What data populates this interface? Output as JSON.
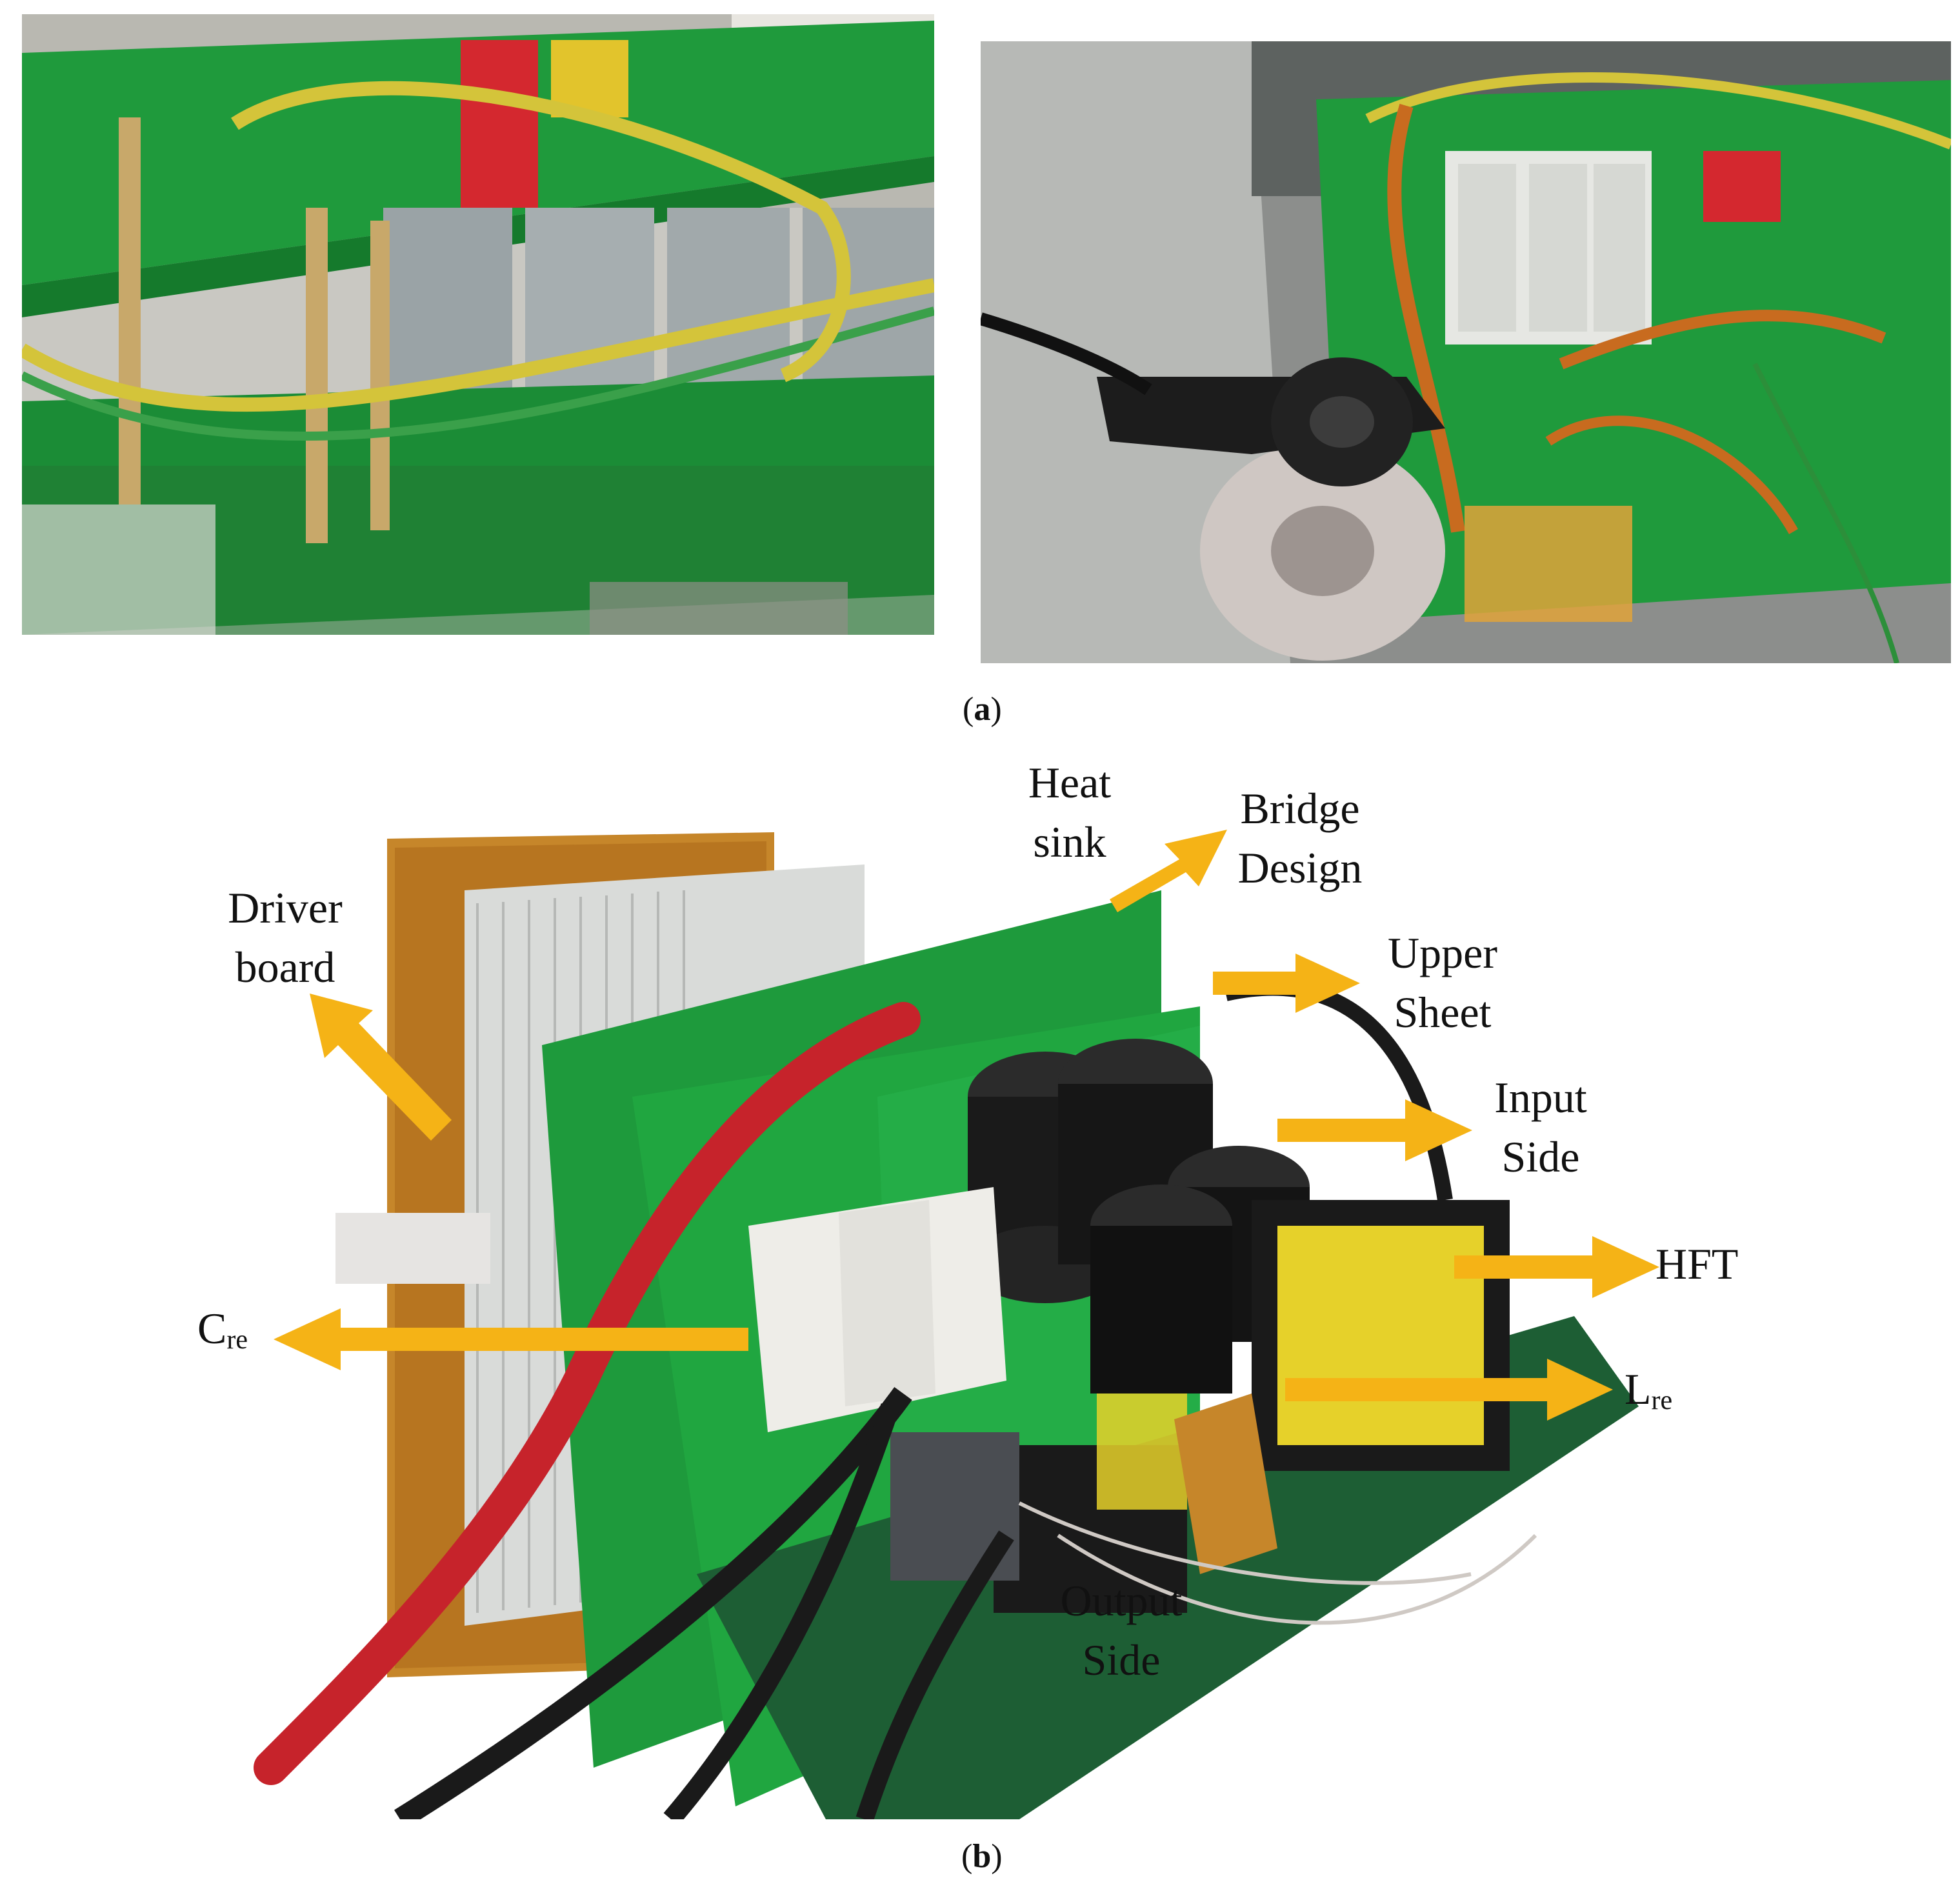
{
  "figure": {
    "caption_a": {
      "open": "(",
      "letter": "a",
      "close": ")"
    },
    "caption_b": {
      "open": "(",
      "letter": "b",
      "close": ")"
    },
    "labels": {
      "heat_sink": {
        "line1": "Heat",
        "line2": "sink"
      },
      "bridge_design": {
        "line1": "Bridge",
        "line2": "Design"
      },
      "driver_board": {
        "line1": "Driver",
        "line2": "board"
      },
      "upper_sheet": {
        "line1": "Upper",
        "line2": "Sheet"
      },
      "input_side": {
        "line1": "Input",
        "line2": "Side"
      },
      "hft": {
        "text": "HFT"
      },
      "c_re": {
        "main": "C",
        "sub": "re"
      },
      "l_re": {
        "main": "L",
        "sub": "re"
      },
      "output_side": {
        "line1": "Output",
        "line2": "Side"
      }
    },
    "colors": {
      "arrow": "#f5b316",
      "pcb_green": "#1f9a3c",
      "background": "#ffffff"
    }
  }
}
